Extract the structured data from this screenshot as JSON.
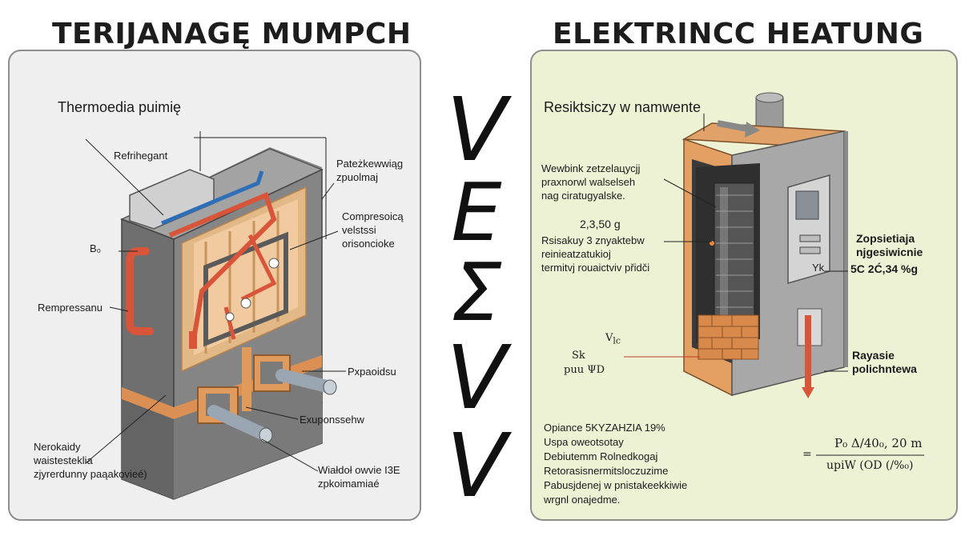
{
  "left": {
    "title": "TERIJANAGĘ MUMPCH",
    "heading": "Thermoedia puimię",
    "labels": {
      "refrigerant": "Refrihegant",
      "top_right": [
        "Pateżkewwiąg",
        "zpuolmaj"
      ],
      "compressor_right": [
        "Compresoicą",
        "velstssi",
        "orisoncioke"
      ],
      "b0": "B₀",
      "rempressanu": "Rempressanu",
      "expansion1": "Pxpaoidsu",
      "expansion2": "Exuponssehw",
      "bottom_left": [
        "Nerokaidy",
        "waistesteklia",
        "zjyrerdunny paąakovieé)"
      ],
      "bottom_right": [
        "Wiałdoł owvie I3E",
        "zpkoimamiaé"
      ]
    }
  },
  "right": {
    "title": "ELEKTRINCC HEATUNG",
    "heading": "Resiktsiczy w namwente",
    "labels": {
      "desc1": [
        "Wewbink zetzelaцусjj",
        "praxnorwl walselseh",
        "nag ciratugyalske."
      ],
      "value1": "2,3,50 g",
      "desc2": [
        "Rsisakuy 3 znyaktebw",
        "reinieatzatukioj",
        "termitvj rouaictviv přidči"
      ],
      "panel_label": [
        "Zopsietiaja",
        "njgesiwicnie"
      ],
      "panel_value": "5C 2Ć,34 %g",
      "yk": "Yk",
      "formula_left_top": "V",
      "formula_left_sub": "lc",
      "formula_sk": "Sk",
      "formula_left_bottom": "puu",
      "formula_left_bottom2": "ΨD",
      "rayasie": [
        "Rayasie",
        "polichntewa"
      ],
      "bottom_text": [
        "Opiance 5KYZAHZIA 19%",
        "Uspa oweotsotay",
        "Debiutemm Rolnedkogaj",
        "Retorasisnermitsloczuzime",
        "Pabusjdenej w pnistakeekkiwie",
        "wrgnl onajedme."
      ],
      "formula_right_top": "P₀ Δ/40₀, 20 m",
      "formula_right_bottom": "upiW (OD (/%₀)",
      "equals": "="
    }
  },
  "vs_letters": [
    "V",
    "E",
    "Σ",
    "V",
    "V"
  ]
}
